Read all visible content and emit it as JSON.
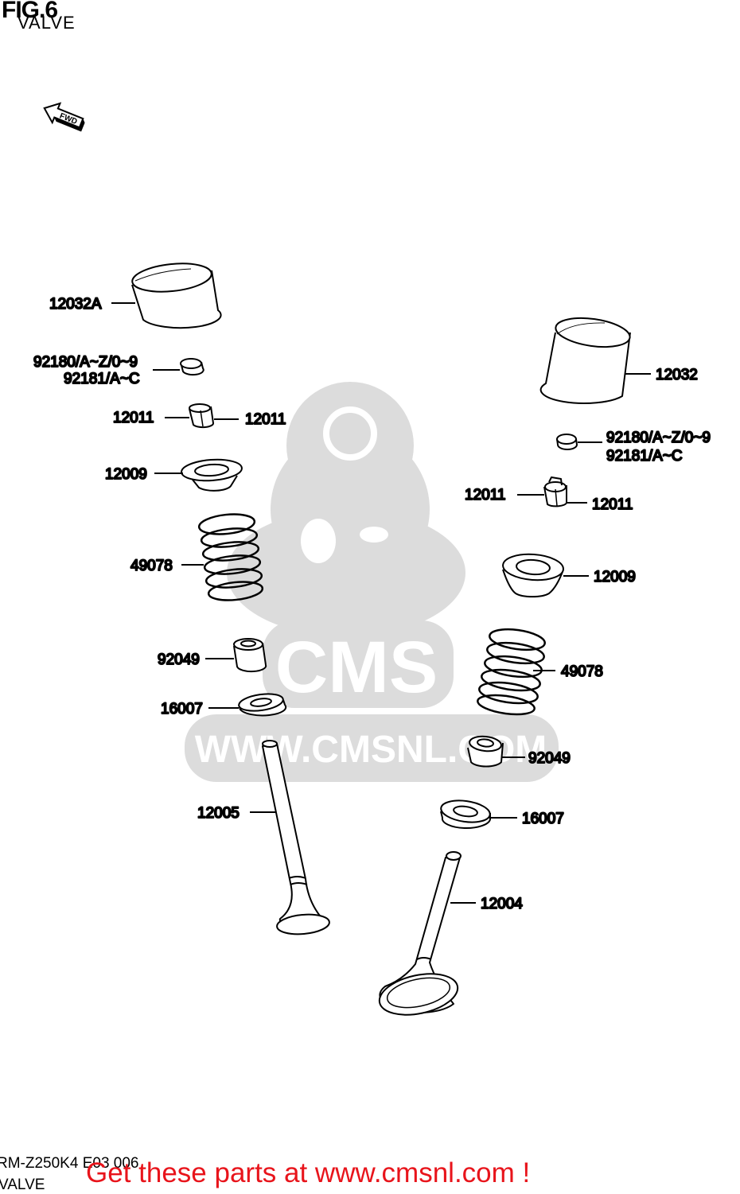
{
  "title": "FIG.6",
  "subtitle": "VALVE",
  "fwd_label": "FWD",
  "watermark": {
    "brand": "CMS",
    "url": "WWW.CMSNL.COM"
  },
  "model_code": "RM-Z250K4 E03 006",
  "model_subtitle": "VALVE",
  "promo": "Get these parts at www.cmsnl.com !",
  "colors": {
    "promo": "#e8141b",
    "watermark": "#d9d9d9",
    "line": "#000000"
  },
  "labels": {
    "left_tappet": "12032A",
    "left_shim_a": "92180/A~Z/0~9",
    "left_shim_b": "92181/A~C",
    "left_cotter_a": "12011",
    "left_cotter_b": "12011",
    "left_retainer": "12009",
    "left_spring": "49078",
    "left_stem_seal": "92049",
    "left_spring_seat": "16007",
    "left_valve": "12005",
    "right_tappet": "12032",
    "right_shim_a": "92180/A~Z/0~9",
    "right_shim_b": "92181/A~C",
    "right_cotter_a": "12011",
    "right_cotter_b": "12011",
    "right_retainer": "12009",
    "right_spring": "49078",
    "right_stem_seal": "92049",
    "right_spring_seat": "16007",
    "right_valve": "12004"
  }
}
